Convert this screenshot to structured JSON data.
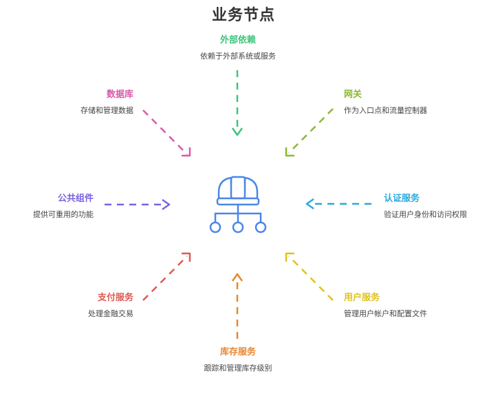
{
  "title": "业务节点",
  "center": {
    "icon": "hard-hat-network-icon",
    "color": "#4a86e8"
  },
  "nodes": [
    {
      "id": "external",
      "label": "外部依赖",
      "description": "依赖于外部系统或服务",
      "color": "#3cc47c"
    },
    {
      "id": "gateway",
      "label": "网关",
      "description": "作为入口点和流量控制器",
      "color": "#8ab833"
    },
    {
      "id": "auth",
      "label": "认证服务",
      "description": "验证用户身份和访问权限",
      "color": "#27a9dd"
    },
    {
      "id": "user",
      "label": "用户服务",
      "description": "管理用户帐户和配置文件",
      "color": "#e0c21c"
    },
    {
      "id": "inventory",
      "label": "库存服务",
      "description": "跟踪和管理库存级别",
      "color": "#e8872f"
    },
    {
      "id": "payment",
      "label": "支付服务",
      "description": "处理金融交易",
      "color": "#dd5a52"
    },
    {
      "id": "common",
      "label": "公共组件",
      "description": "提供可重用的功能",
      "color": "#7b61e0"
    },
    {
      "id": "database",
      "label": "数据库",
      "description": "存储和管理数据",
      "color": "#d85aa8"
    }
  ]
}
